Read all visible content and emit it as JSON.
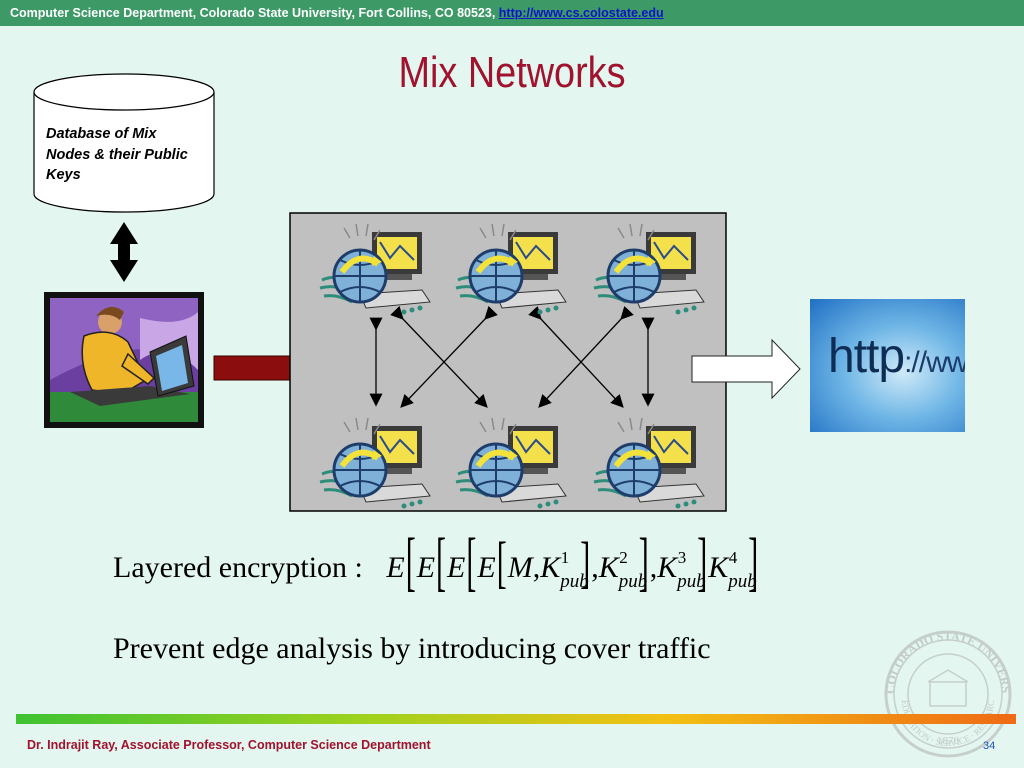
{
  "header": {
    "text": "Computer Science Department, Colorado State University, Fort Collins, CO 80523,",
    "link": "http://www.cs.colostate.edu"
  },
  "title": "Mix Networks",
  "database": {
    "label": "Database of Mix Nodes & their Public Keys"
  },
  "destination": {
    "text_large": "http",
    "text_small": "://www"
  },
  "formula": {
    "label": "Layered encryption :",
    "E": "E",
    "M": "M",
    "K": "K",
    "pub": "pub",
    "key_indices": [
      "1",
      "2",
      "3",
      "4"
    ]
  },
  "bullet": "Prevent edge analysis by introducing cover traffic",
  "footer": {
    "author": "Dr. Indrajit Ray, Associate Professor, Computer Science Department",
    "page": "34"
  },
  "seal": {
    "text": "COLORADO STATE UNIVERSITY",
    "motto": "EDUCATION · SERVICE · RESEARCH",
    "year": "1870"
  },
  "colors": {
    "header_bg": "#3d9a67",
    "title": "#a0122e",
    "background": "#e3f6f0",
    "input_arrow": "#8b0d0d",
    "network_box": "#c0c0c0"
  },
  "icons": {
    "mix_node": "computer-globe-icon",
    "user": "person-at-computer-icon",
    "double_arrow": "double-arrow-icon"
  }
}
